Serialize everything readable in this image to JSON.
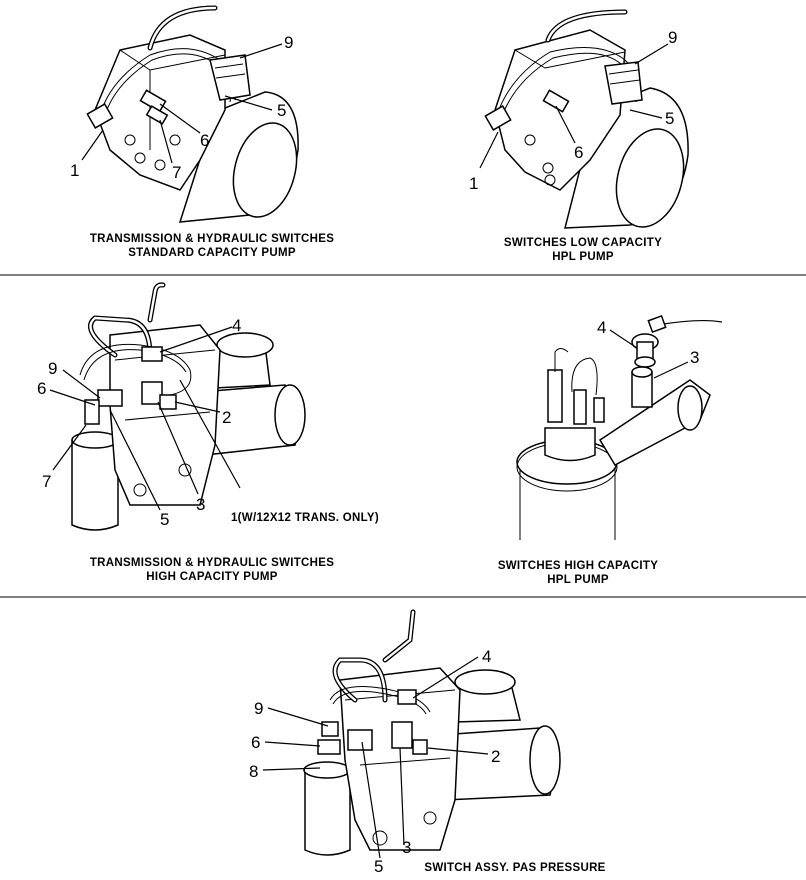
{
  "panels": [
    {
      "caption_line1": "TRANSMISSION & HYDRAULIC SWITCHES",
      "caption_line2": "STANDARD CAPACITY PUMP"
    },
    {
      "caption_line1": "SWITCHES LOW CAPACITY",
      "caption_line2": "HPL PUMP"
    },
    {
      "caption_line1": "TRANSMISSION & HYDRAULIC SWITCHES",
      "caption_line2": "HIGH CAPACITY PUMP",
      "note": "1(W/12X12 TRANS. ONLY)"
    },
    {
      "caption_line1": "SWITCHES HIGH CAPACITY",
      "caption_line2": "HPL PUMP"
    },
    {
      "caption_line1": "SWITCH ASSY. PAS PRESSURE"
    }
  ],
  "callouts": {
    "p1": [
      "9",
      "5",
      "6",
      "1",
      "7"
    ],
    "p2": [
      "9",
      "5",
      "6",
      "1"
    ],
    "p3": [
      "4",
      "9",
      "6",
      "2",
      "7",
      "3",
      "5"
    ],
    "p4": [
      "4",
      "3"
    ],
    "p5": [
      "4",
      "9",
      "6",
      "2",
      "8",
      "3",
      "5"
    ]
  }
}
